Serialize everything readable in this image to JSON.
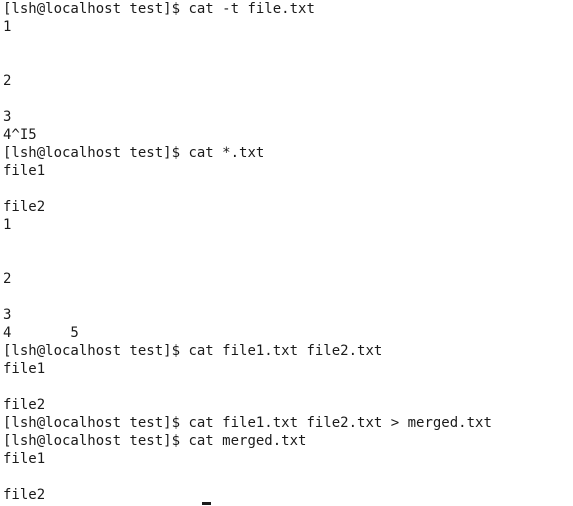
{
  "terminal": {
    "prompt": "[lsh@localhost test]$ ",
    "lines": [
      {
        "kind": "prompt",
        "cmd": "cat -t file.txt"
      },
      {
        "kind": "out",
        "text": "1"
      },
      {
        "kind": "out",
        "text": ""
      },
      {
        "kind": "out",
        "text": ""
      },
      {
        "kind": "out",
        "text": "2"
      },
      {
        "kind": "out",
        "text": ""
      },
      {
        "kind": "out",
        "text": "3"
      },
      {
        "kind": "out",
        "text": "4^I5"
      },
      {
        "kind": "prompt",
        "cmd": "cat *.txt"
      },
      {
        "kind": "out",
        "text": "file1"
      },
      {
        "kind": "out",
        "text": ""
      },
      {
        "kind": "out",
        "text": "file2"
      },
      {
        "kind": "out",
        "text": "1"
      },
      {
        "kind": "out",
        "text": ""
      },
      {
        "kind": "out",
        "text": ""
      },
      {
        "kind": "out",
        "text": "2"
      },
      {
        "kind": "out",
        "text": ""
      },
      {
        "kind": "out",
        "text": "3"
      },
      {
        "kind": "out",
        "text": "4       5"
      },
      {
        "kind": "prompt",
        "cmd": "cat file1.txt file2.txt"
      },
      {
        "kind": "out",
        "text": "file1"
      },
      {
        "kind": "out",
        "text": ""
      },
      {
        "kind": "out",
        "text": "file2"
      },
      {
        "kind": "prompt",
        "cmd": "cat file1.txt file2.txt > merged.txt"
      },
      {
        "kind": "prompt",
        "cmd": "cat merged.txt"
      },
      {
        "kind": "out",
        "text": "file1"
      },
      {
        "kind": "out",
        "text": ""
      },
      {
        "kind": "out",
        "text": "file2"
      }
    ]
  }
}
